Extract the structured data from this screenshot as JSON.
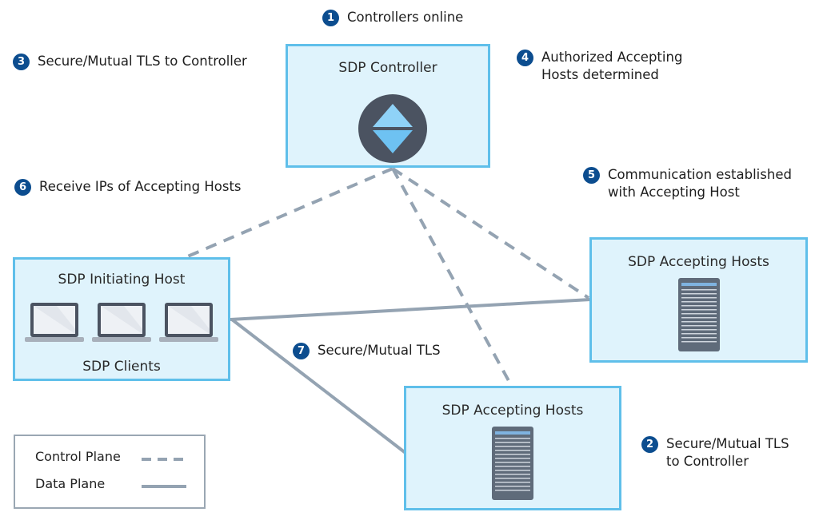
{
  "diagram": {
    "nodes": {
      "controller": {
        "title": "SDP Controller",
        "icon": "controller-diamond-icon"
      },
      "initiating_host": {
        "title": "SDP Initiating Host",
        "subtitle": "SDP Clients",
        "icon": "laptop-icon",
        "laptop_count": 3
      },
      "accepting_hosts_right": {
        "title": "SDP Accepting Hosts",
        "icon": "server-rack-icon"
      },
      "accepting_hosts_bottom": {
        "title": "SDP Accepting Hosts",
        "icon": "server-rack-icon"
      }
    },
    "steps": [
      {
        "number": "1",
        "text": "Controllers online"
      },
      {
        "number": "2",
        "text": "Secure/Mutual TLS\nto Controller"
      },
      {
        "number": "3",
        "text": "Secure/Mutual TLS to Controller"
      },
      {
        "number": "4",
        "text": "Authorized Accepting\nHosts determined"
      },
      {
        "number": "5",
        "text": "Communication established\nwith Accepting Host"
      },
      {
        "number": "6",
        "text": "Receive IPs of Accepting Hosts"
      },
      {
        "number": "7",
        "text": "Secure/Mutual TLS"
      }
    ],
    "edges": [
      {
        "from": "controller",
        "to": "initiating_host",
        "type": "control"
      },
      {
        "from": "controller",
        "to": "accepting_hosts_right",
        "type": "control"
      },
      {
        "from": "controller",
        "to": "accepting_hosts_bottom",
        "type": "control"
      },
      {
        "from": "initiating_host",
        "to": "accepting_hosts_right",
        "type": "data"
      },
      {
        "from": "initiating_host",
        "to": "accepting_hosts_bottom",
        "type": "data"
      }
    ],
    "legend": {
      "items": [
        {
          "label": "Control Plane",
          "style": "dashed"
        },
        {
          "label": "Data Plane",
          "style": "solid"
        }
      ]
    },
    "colors": {
      "box_fill": "#dff3fc",
      "box_border": "#5fbfea",
      "line": "#94a3b2",
      "badge": "#0c4d8f",
      "icon_dark": "#4b5361",
      "diamond": "#6ec2f2"
    }
  }
}
